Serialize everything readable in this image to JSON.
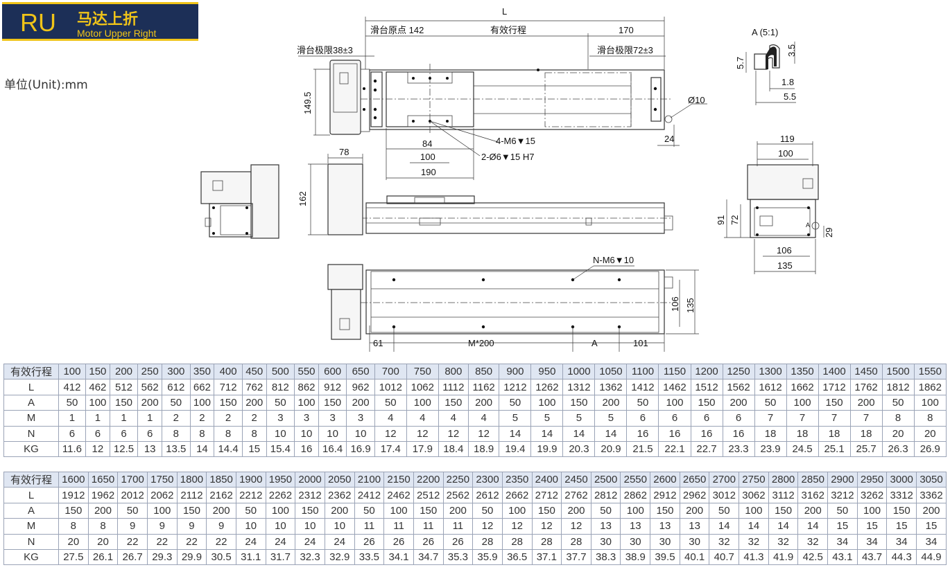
{
  "badge": {
    "code": "RU",
    "title_cn": "马达上折",
    "title_en": "Motor Upper Right"
  },
  "unit_label": "单位(Unit):mm",
  "drawing": {
    "L": "L",
    "origin": "滑台原点 142",
    "stroke": "有效行程",
    "d170": "170",
    "limit_left": "滑台极限38±3",
    "limit_right": "滑台极限72±3",
    "d1495": "149.5",
    "phi10": "Ø10",
    "d24": "24",
    "holes1": "4-M6▼15",
    "holes2": "2-Ø6▼15 H7",
    "d84": "84",
    "d100": "100",
    "d190": "190",
    "d78": "78",
    "d162": "162",
    "detail": "A (5:1)",
    "d57": "5.7",
    "d35": "3.5",
    "d18": "1.8",
    "d55": "5.5",
    "d119": "119",
    "d100b": "100",
    "d91": "91",
    "d72": "72",
    "d29": "29",
    "d106": "106",
    "d135": "135",
    "mark_a": "A",
    "nm6": "N-M6▼10",
    "d106v": "106",
    "d135v": "135",
    "d61": "61",
    "m200": "M*200",
    "A": "A",
    "d101": "101"
  },
  "table1": {
    "header": "有效行程",
    "labels": [
      "L",
      "A",
      "M",
      "N",
      "KG"
    ],
    "stroke": [
      "100",
      "150",
      "200",
      "250",
      "300",
      "350",
      "400",
      "450",
      "500",
      "550",
      "600",
      "650",
      "700",
      "750",
      "800",
      "850",
      "900",
      "950",
      "1000",
      "1050",
      "1100",
      "1150",
      "1200",
      "1250",
      "1300",
      "1350",
      "1400",
      "1450",
      "1500",
      "1550"
    ],
    "L": [
      "412",
      "462",
      "512",
      "562",
      "612",
      "662",
      "712",
      "762",
      "812",
      "862",
      "912",
      "962",
      "1012",
      "1062",
      "1112",
      "1162",
      "1212",
      "1262",
      "1312",
      "1362",
      "1412",
      "1462",
      "1512",
      "1562",
      "1612",
      "1662",
      "1712",
      "1762",
      "1812",
      "1862"
    ],
    "A": [
      "50",
      "100",
      "150",
      "200",
      "50",
      "100",
      "150",
      "200",
      "50",
      "100",
      "150",
      "200",
      "50",
      "100",
      "150",
      "200",
      "50",
      "100",
      "150",
      "200",
      "50",
      "100",
      "150",
      "200",
      "50",
      "100",
      "150",
      "200",
      "50",
      "100"
    ],
    "M": [
      "1",
      "1",
      "1",
      "1",
      "2",
      "2",
      "2",
      "2",
      "3",
      "3",
      "3",
      "3",
      "4",
      "4",
      "4",
      "4",
      "5",
      "5",
      "5",
      "5",
      "6",
      "6",
      "6",
      "6",
      "7",
      "7",
      "7",
      "7",
      "8",
      "8"
    ],
    "N": [
      "6",
      "6",
      "6",
      "6",
      "8",
      "8",
      "8",
      "8",
      "10",
      "10",
      "10",
      "10",
      "12",
      "12",
      "12",
      "12",
      "14",
      "14",
      "14",
      "14",
      "16",
      "16",
      "16",
      "16",
      "18",
      "18",
      "18",
      "18",
      "20",
      "20"
    ],
    "KG": [
      "11.6",
      "12",
      "12.5",
      "13",
      "13.5",
      "14",
      "14.4",
      "15",
      "15.4",
      "16",
      "16.4",
      "16.9",
      "17.4",
      "17.9",
      "18.4",
      "18.9",
      "19.4",
      "19.9",
      "20.3",
      "20.9",
      "21.5",
      "22.1",
      "22.7",
      "23.3",
      "23.9",
      "24.5",
      "25.1",
      "25.7",
      "26.3",
      "26.9"
    ]
  },
  "table2": {
    "header": "有效行程",
    "labels": [
      "L",
      "A",
      "M",
      "N",
      "KG"
    ],
    "stroke": [
      "1600",
      "1650",
      "1700",
      "1750",
      "1800",
      "1850",
      "1900",
      "1950",
      "2000",
      "2050",
      "2100",
      "2150",
      "2200",
      "2250",
      "2300",
      "2350",
      "2400",
      "2450",
      "2500",
      "2550",
      "2600",
      "2650",
      "2700",
      "2750",
      "2800",
      "2850",
      "2900",
      "2950",
      "3000",
      "3050"
    ],
    "L": [
      "1912",
      "1962",
      "2012",
      "2062",
      "2112",
      "2162",
      "2212",
      "2262",
      "2312",
      "2362",
      "2412",
      "2462",
      "2512",
      "2562",
      "2612",
      "2662",
      "2712",
      "2762",
      "2812",
      "2862",
      "2912",
      "2962",
      "3012",
      "3062",
      "3112",
      "3162",
      "3212",
      "3262",
      "3312",
      "3362"
    ],
    "A": [
      "150",
      "200",
      "50",
      "100",
      "150",
      "200",
      "50",
      "100",
      "150",
      "200",
      "50",
      "100",
      "150",
      "200",
      "50",
      "100",
      "150",
      "200",
      "50",
      "100",
      "150",
      "200",
      "50",
      "100",
      "150",
      "200",
      "50",
      "100",
      "150",
      "200"
    ],
    "M": [
      "8",
      "8",
      "9",
      "9",
      "9",
      "9",
      "10",
      "10",
      "10",
      "10",
      "11",
      "11",
      "11",
      "11",
      "12",
      "12",
      "12",
      "12",
      "13",
      "13",
      "13",
      "13",
      "14",
      "14",
      "14",
      "14",
      "15",
      "15",
      "15",
      "15"
    ],
    "N": [
      "20",
      "20",
      "22",
      "22",
      "22",
      "22",
      "24",
      "24",
      "24",
      "24",
      "26",
      "26",
      "26",
      "26",
      "28",
      "28",
      "28",
      "28",
      "30",
      "30",
      "30",
      "30",
      "32",
      "32",
      "32",
      "32",
      "34",
      "34",
      "34",
      "34"
    ],
    "KG": [
      "27.5",
      "26.1",
      "26.7",
      "29.3",
      "29.9",
      "30.5",
      "31.1",
      "31.7",
      "32.3",
      "32.9",
      "33.5",
      "34.1",
      "34.7",
      "35.3",
      "35.9",
      "36.5",
      "37.1",
      "37.7",
      "38.3",
      "38.9",
      "39.5",
      "40.1",
      "40.7",
      "41.3",
      "41.9",
      "42.5",
      "43.1",
      "43.7",
      "44.3",
      "44.9"
    ]
  }
}
